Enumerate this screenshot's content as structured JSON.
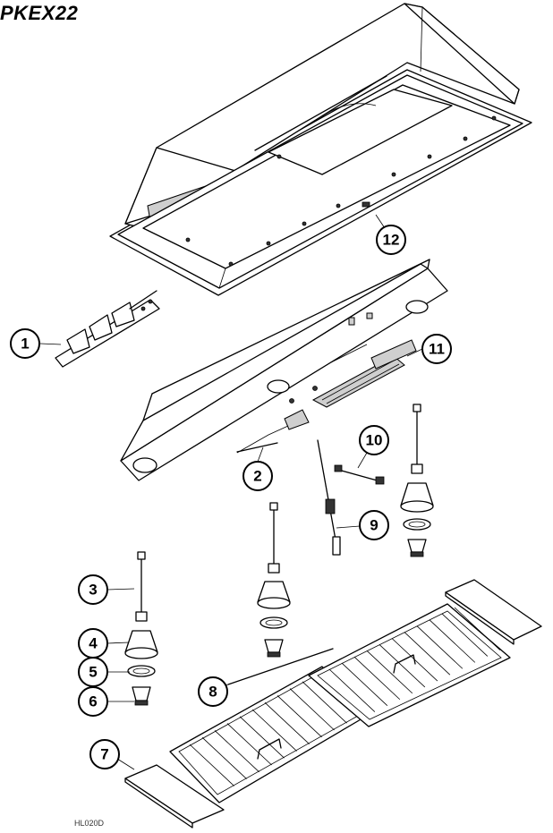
{
  "title": "PKEX22",
  "footer_code": "HL020D",
  "callouts": [
    "1",
    "2",
    "3",
    "4",
    "5",
    "6",
    "7",
    "8",
    "9",
    "10",
    "11",
    "12"
  ]
}
